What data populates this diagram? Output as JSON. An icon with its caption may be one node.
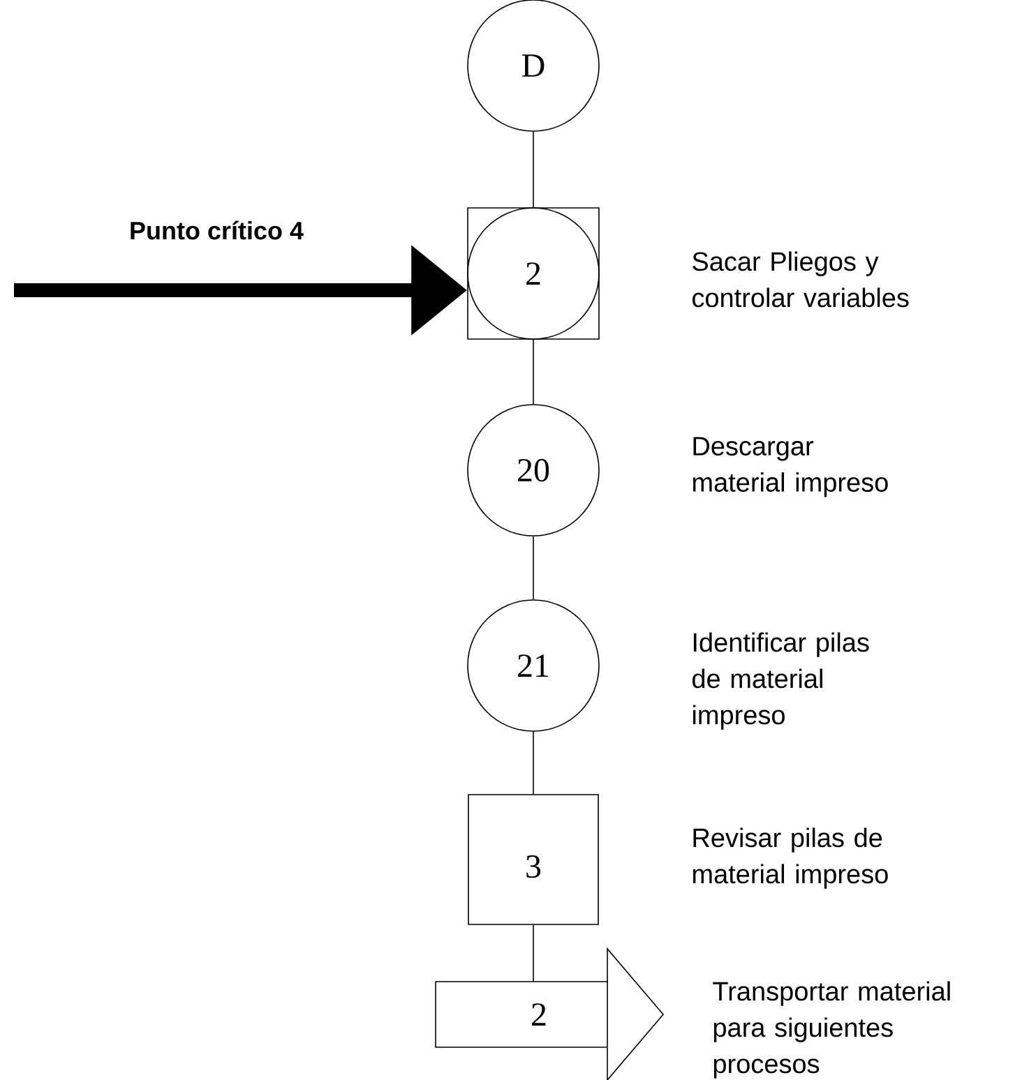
{
  "diagram": {
    "nodes": [
      {
        "text": [
          "D"
        ]
      },
      {
        "text": [
          "2"
        ],
        "beside": [
          "Sacar Pliegos y controlar variables"
        ]
      },
      {
        "text": [
          "20"
        ],
        "beside": [
          "Descargar material impreso"
        ]
      },
      {
        "text": [
          "21"
        ],
        "beside": [
          "Identificar pilas de material impreso"
        ]
      },
      {
        "text": [
          "3"
        ],
        "beside": [
          "Revisar pilas de material impreso"
        ]
      },
      {
        "text": [
          "2"
        ],
        "beside": [
          "Transportar material para siguientes procesos"
        ]
      }
    ],
    "edges": [
      {
        "from": 0,
        "to": 1,
        "arrow": "none"
      },
      {
        "from": 1,
        "to": 2,
        "arrow": "none"
      },
      {
        "from": 2,
        "to": 3,
        "arrow": "none"
      },
      {
        "from": 3,
        "to": 4,
        "arrow": "none"
      },
      {
        "from": 4,
        "to": 5,
        "arrow": "none"
      },
      {
        "from": null,
        "to": 1,
        "arrow": "to",
        "style": "thick",
        "label": "Punto crítico 4"
      }
    ]
  }
}
